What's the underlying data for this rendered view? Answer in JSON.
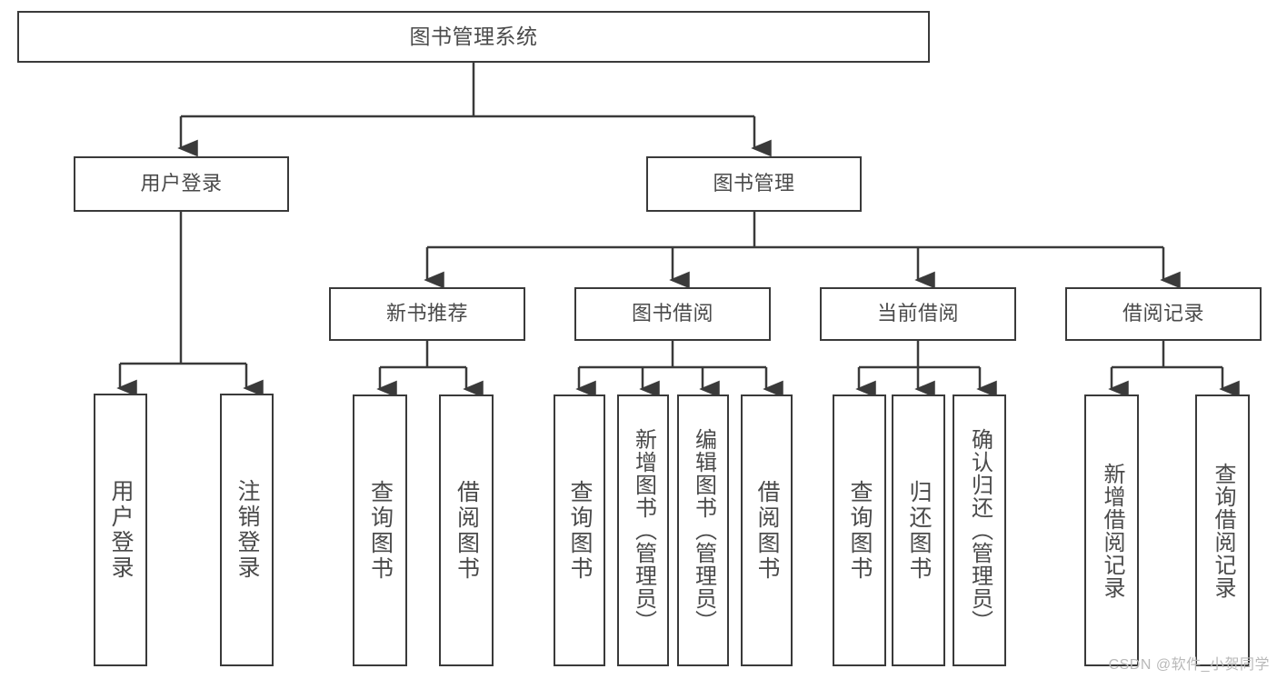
{
  "diagram": {
    "title": "图书管理系统",
    "type": "tree-hierarchy-chart",
    "line_color": "#3a3a3a",
    "box_fill": "#ffffff",
    "text_color": "#4a4a4a",
    "background": "#ffffff"
  },
  "nodes": {
    "root": {
      "label": "图书管理系统"
    },
    "level2": [
      {
        "label": "用户登录"
      },
      {
        "label": "图书管理"
      }
    ],
    "level3": [
      {
        "label": "新书推荐"
      },
      {
        "label": "图书借阅"
      },
      {
        "label": "当前借阅"
      },
      {
        "label": "借阅记录"
      }
    ],
    "leaves_user_login": [
      {
        "label": "用户登录"
      },
      {
        "label": "注销登录"
      }
    ],
    "leaves_new_books": [
      {
        "label": "查询图书"
      },
      {
        "label": "借阅图书"
      }
    ],
    "leaves_borrow": [
      {
        "label": "查询图书"
      },
      {
        "label": "新增图书（管理员）"
      },
      {
        "label": "编辑图书（管理员）"
      },
      {
        "label": "借阅图书"
      }
    ],
    "leaves_current": [
      {
        "label": "查询图书"
      },
      {
        "label": "归还图书"
      },
      {
        "label": "确认归还（管理员）"
      }
    ],
    "leaves_records": [
      {
        "label": "新增借阅记录"
      },
      {
        "label": "查询借阅记录"
      }
    ]
  },
  "watermark": {
    "text": "CSDN @软件_小贺同学"
  }
}
